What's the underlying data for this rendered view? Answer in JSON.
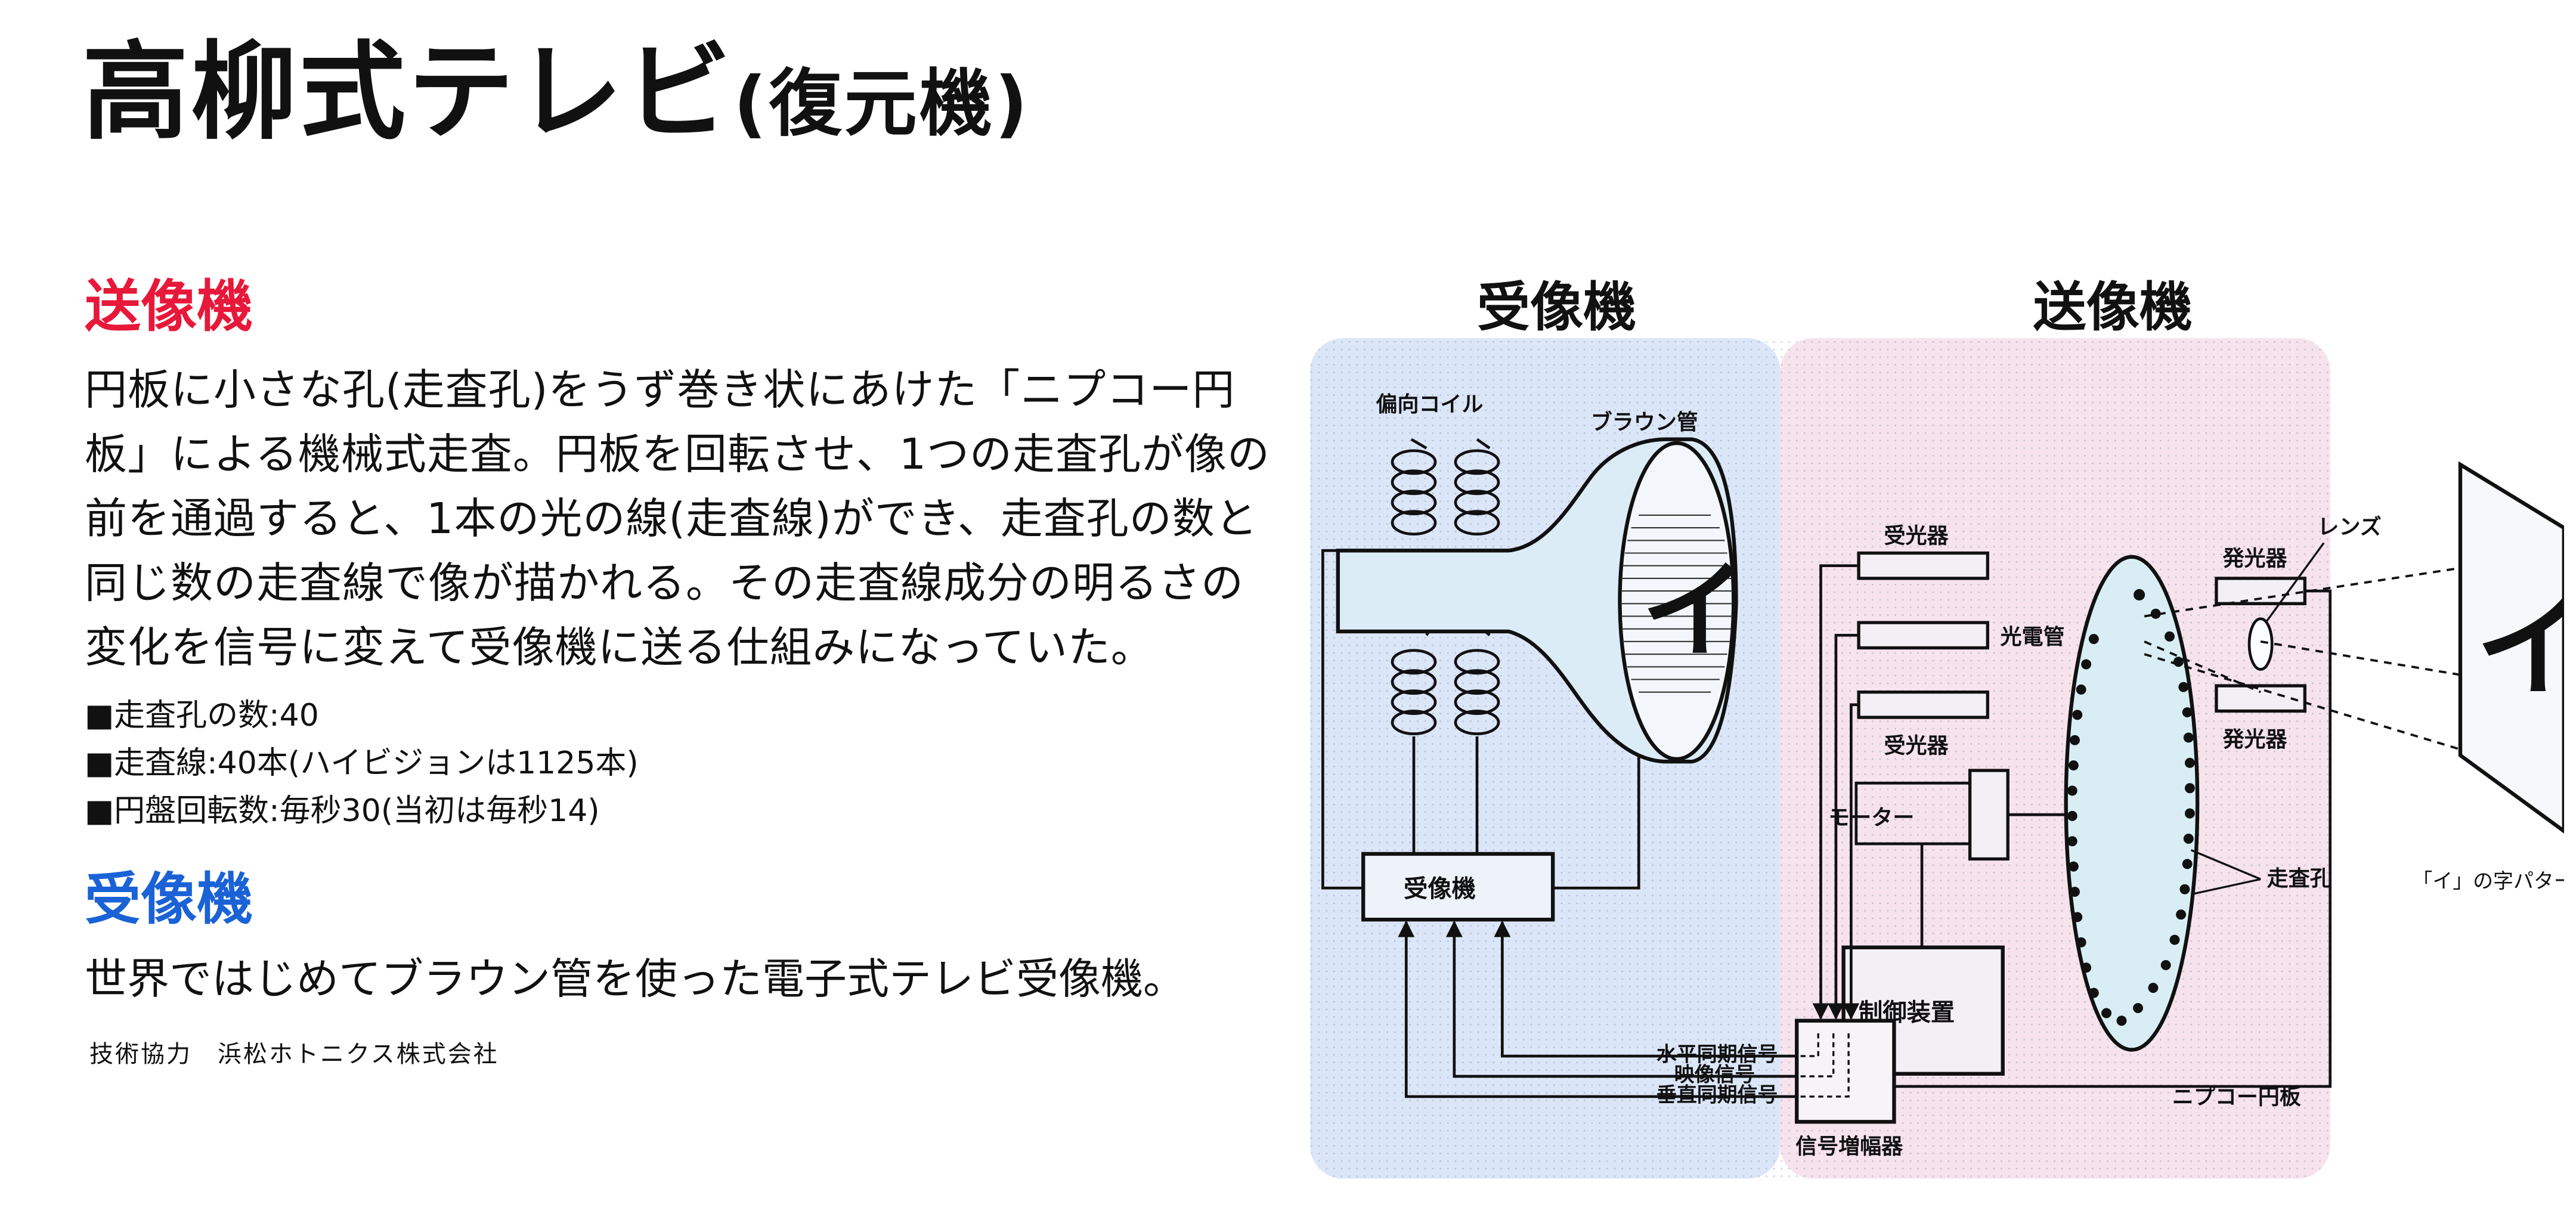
{
  "title": {
    "main": "高柳式テレビ",
    "sub": "(復元機)"
  },
  "transmitter": {
    "heading": "送像機",
    "lines": [
      "円板に小さな孔(走査孔)をうず巻き状にあけた「ニプコー円",
      "板」による機械式走査。円板を回転させ、1つの走査孔が像の",
      "前を通過すると、1本の光の線(走査線)ができ、走査孔の数と",
      "同じ数の走査線で像が描かれる。その走査線成分の明るさの",
      "変化を信号に変えて受像機に送る仕組みになっていた。"
    ],
    "specs": [
      "■走査孔の数:40",
      "■走査線:40本(ハイビジョンは1125本)",
      "■円盤回転数:毎秒30(当初は毎秒14)"
    ]
  },
  "receiver": {
    "heading": "受像機",
    "text": "世界ではじめてブラウン管を使った電子式テレビ受像機。"
  },
  "credit": "技術協力　浜松ホトニクス株式会社",
  "diagram": {
    "receiver_heading": "受像機",
    "transmitter_heading": "送像機",
    "labels": {
      "deflection_coil": "偏向コイル",
      "braun_tube": "ブラウン管",
      "screen_char": "イ",
      "receiver_box": "受像機",
      "light_receiver_top": "受光器",
      "photo_tube": "光電管",
      "light_receiver_bottom": "受光器",
      "motor": "モーター",
      "controller": "制御装置",
      "emitter_top": "発光器",
      "emitter_bottom": "発光器",
      "lens": "レンズ",
      "scan_hole": "走査孔",
      "nipkow_disk": "ニプコー円板",
      "pattern_char": "イ",
      "pattern_caption": "「イ」の字パターン",
      "h_sync": "水平同期信号",
      "video_signal": "映像信号",
      "v_sync": "垂直同期信号",
      "amplifier": "信号増幅器"
    },
    "colors": {
      "receiver_panel": "#dbe6f8",
      "transmitter_panel": "#f6e3ec",
      "disk_fill": "#d8eef4",
      "tube_fill": "#dcecf6",
      "receiver_heading": "#1c3f8c",
      "transmitter_heading": "#c8143a"
    }
  }
}
